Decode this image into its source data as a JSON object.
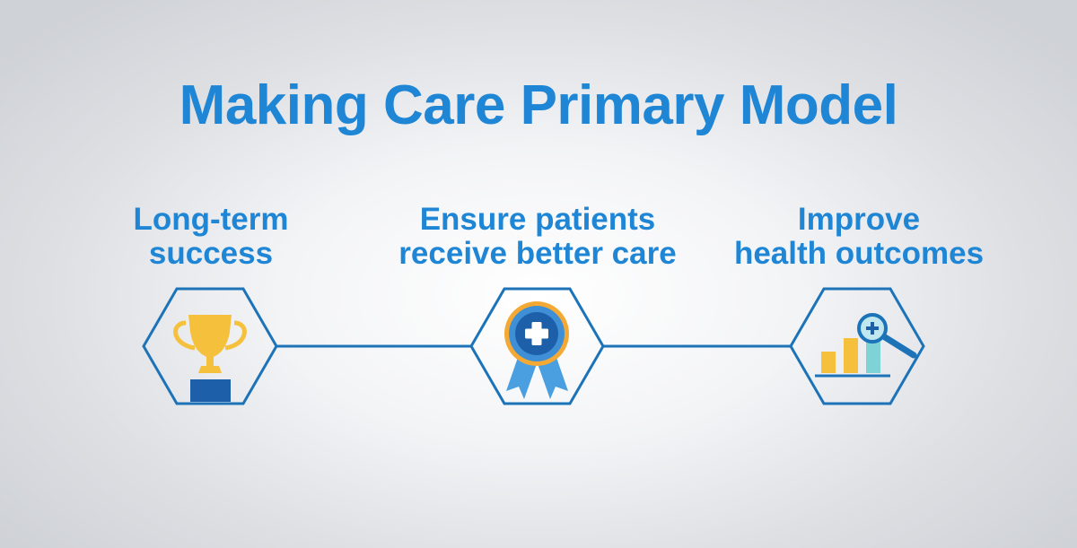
{
  "slide": {
    "title": "Making Care Primary Model",
    "steps": [
      {
        "line1": "Long-term",
        "line2": "success",
        "icon": "trophy-icon"
      },
      {
        "line1": "Ensure patients",
        "line2": "receive better care",
        "icon": "award-ribbon-icon"
      },
      {
        "line1": "Improve",
        "line2": "health outcomes",
        "icon": "bar-chart-magnifier-icon"
      }
    ]
  },
  "colors": {
    "accent_blue": "#1f86d6",
    "line_blue": "#1c73b8",
    "gold": "#f5c13d",
    "navy": "#1d5fa8",
    "teal": "#7fd3d6"
  }
}
